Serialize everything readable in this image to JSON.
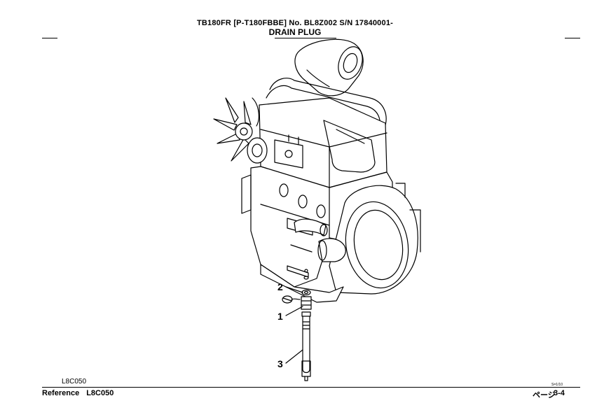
{
  "header": {
    "model_line": "TB180FR [P-T180FBBE] No. BL8Z002  S/N 17840001-",
    "section_title": "DRAIN PLUG"
  },
  "callouts": [
    {
      "label": "2"
    },
    {
      "label": "1"
    },
    {
      "label": "3"
    }
  ],
  "footer": {
    "diagram_code": "L8C050",
    "reference_label": "Reference",
    "reference_code": "L8C050",
    "page_fraction": "S=1/10",
    "page_label": "ページ",
    "page_number": "3-4"
  }
}
